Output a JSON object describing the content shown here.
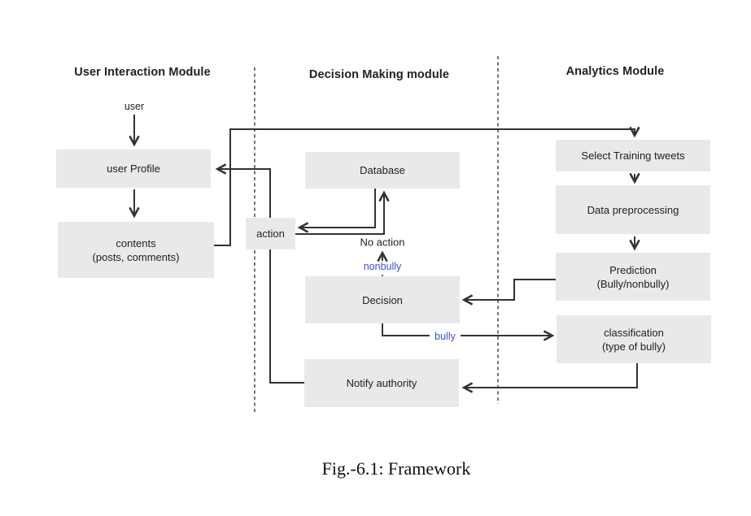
{
  "figure": {
    "caption": "Fig.-6.1: Framework"
  },
  "modules": {
    "user_interaction": {
      "title": "User Interaction Module"
    },
    "decision_making": {
      "title": "Decision Making module"
    },
    "analytics": {
      "title": "Analytics Module"
    }
  },
  "nodes": {
    "user": {
      "label": "user"
    },
    "user_profile": {
      "label": "user Profile"
    },
    "contents": {
      "line1": "contents",
      "line2": "(posts, comments)"
    },
    "action": {
      "label": "action"
    },
    "database": {
      "label": "Database"
    },
    "decision": {
      "label": "Decision"
    },
    "notify_authority": {
      "label": "Notify authority"
    },
    "select_training_tweets": {
      "label": "Select Training tweets"
    },
    "data_preprocessing": {
      "label": "Data preprocessing"
    },
    "prediction": {
      "line1": "Prediction",
      "line2": "(Bully/nonbully)"
    },
    "classification": {
      "line1": "classification",
      "line2": "(type of bully)"
    }
  },
  "edge_labels": {
    "no_action": "No action",
    "nonbully": "nonbully",
    "bully": "bully"
  },
  "colors": {
    "box_bg": "#e9e9e9",
    "line": "#333333",
    "text": "#212121",
    "edge_label_blue": "#3b51cf"
  }
}
